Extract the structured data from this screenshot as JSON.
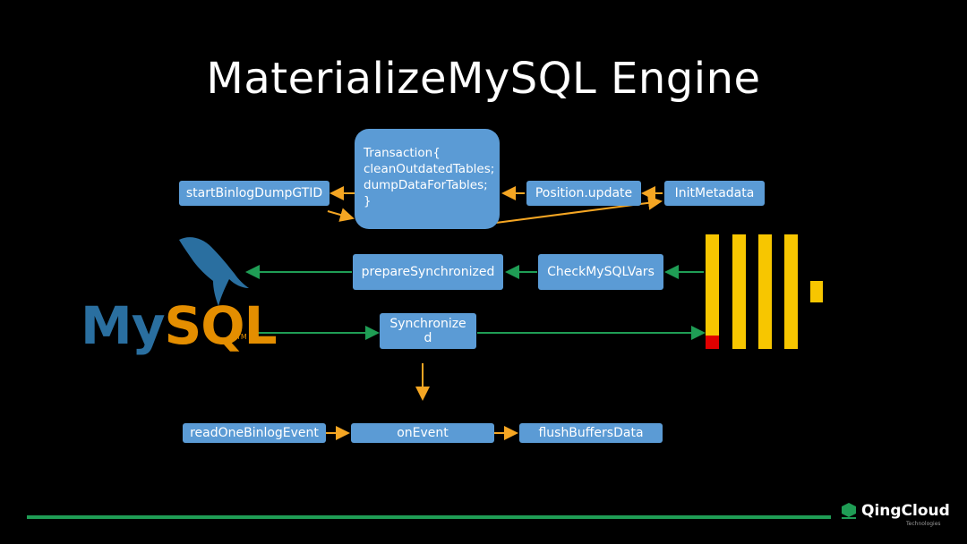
{
  "title": "MaterializeMySQL Engine",
  "nodes": {
    "start_binlog": "startBinlogDumpGTID",
    "transaction": [
      "Transaction{",
      "cleanOutdatedTables;",
      "dumpDataForTables;",
      "}"
    ],
    "position_update": "Position.update",
    "init_metadata": "InitMetadata",
    "prepare_synchronized": "prepareSynchronized",
    "check_mysql_vars": "CheckMySQLVars",
    "synchronized": [
      "Synchronize",
      "d"
    ],
    "read_binlog_event": "readOneBinlogEvent",
    "on_event": "onEvent",
    "flush_buffers": "flushBuffersData"
  },
  "mysql_logo": {
    "part1": "My",
    "part2": "SQL",
    "tm": "TM"
  },
  "brand": {
    "name": "QingCloud",
    "tagline": "Technologies"
  },
  "colors": {
    "node_fill": "#5b9bd5",
    "arrow_orange": "#f5a623",
    "arrow_green": "#1f9d55",
    "clickhouse_yellow": "#f7c600",
    "clickhouse_red": "#e00000"
  }
}
